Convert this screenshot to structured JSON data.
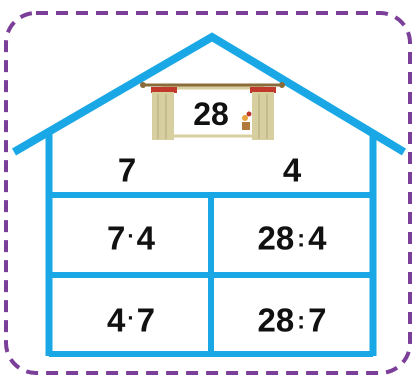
{
  "house": {
    "roof_value": "28",
    "factors": {
      "left": "7",
      "right": "4"
    },
    "cells": [
      {
        "a": "7",
        "op": "·",
        "b": "4"
      },
      {
        "a": "28",
        "op": ":",
        "b": "4"
      },
      {
        "a": "4",
        "op": "·",
        "b": "7"
      },
      {
        "a": "28",
        "op": ":",
        "b": "7"
      }
    ]
  },
  "colors": {
    "frame_dashes": "#7b3f9a",
    "house_lines": "#1aa7e6",
    "curtain": "#d8cfa0",
    "curtain_rod": "#8a6b3a",
    "text": "#111111"
  }
}
